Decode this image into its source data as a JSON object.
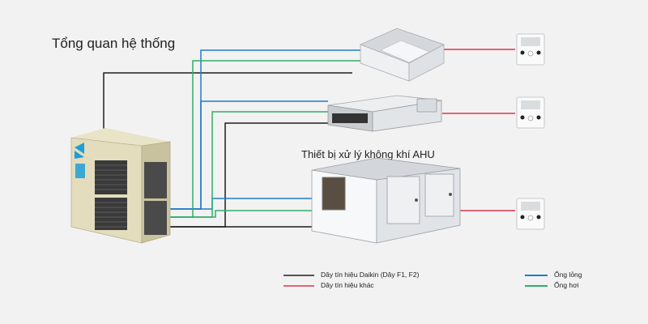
{
  "title": "Tổng quan hệ thống",
  "ahu_label": "Thiết bị xử lý không khí AHU",
  "legend": {
    "daikin_signal": "Dây tín hiệu Daikin (Dây F1, F2)",
    "other_signal": "Dây tín hiệu khác",
    "liquid_pipe": "Ống lỏng",
    "gas_pipe": "Ống hơi"
  },
  "colors": {
    "background": "#f2f2f2",
    "daikin_signal": "#1e1e1e",
    "other_signal": "#d9344a",
    "liquid_pipe": "#1f7cc8",
    "gas_pipe": "#2fae6b",
    "daikin_brand": "#1d9fd8",
    "outdoor_unit_body": "#ddd7b6"
  },
  "components": {
    "outdoor_unit": "outdoor-vrv-unit",
    "indoor_units": [
      "ceiling-cassette-unit",
      "ducted-unit",
      "air-handling-unit"
    ],
    "controllers": [
      "remote-controller-1",
      "remote-controller-2",
      "remote-controller-3"
    ]
  }
}
